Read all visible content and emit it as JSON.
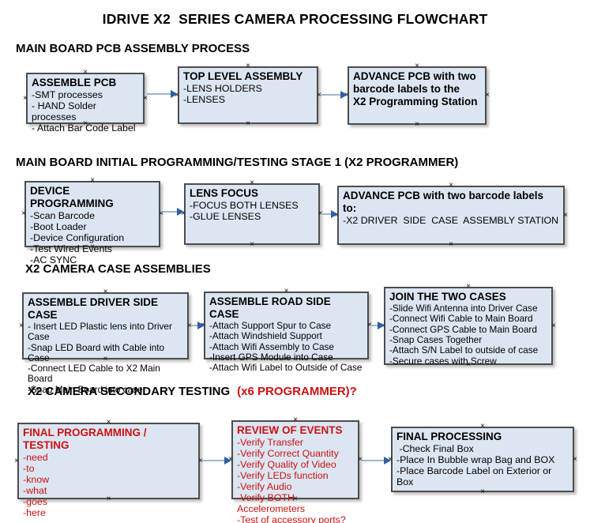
{
  "title": "IDRIVE X2  SERIES CAMERA PROCESSING FLOWCHART",
  "colors": {
    "box_fill": "#dce6f2",
    "box_border": "#4d4d4d",
    "red_text": "#cc1111",
    "arrow_line": "#9fb4d0",
    "arrow_head": "#2f5fa5"
  },
  "sections": [
    {
      "heading": "MAIN BOARD PCB ASSEMBLY PROCESS",
      "boxes": [
        {
          "title": "ASSEMBLE PCB",
          "lines": [
            "-SMT processes",
            "- HAND Solder processes",
            "- Attach Bar Code Label"
          ]
        },
        {
          "title": "TOP LEVEL ASSEMBLY",
          "lines": [
            "-LENS HOLDERS",
            "-LENSES"
          ]
        },
        {
          "title": "ADVANCE PCB with two\nbarcode labels to the\n X2 Programming Station",
          "lines": []
        }
      ]
    },
    {
      "heading": "MAIN BOARD INITIAL PROGRAMMING/TESTING STAGE 1 (X2 PROGRAMMER)",
      "boxes": [
        {
          "title": "DEVICE PROGRAMMING",
          "lines": [
            "-Scan Barcode",
            "-Boot Loader",
            "-Device Configuration",
            "-Test Wired Events",
            "-AC SYNC"
          ]
        },
        {
          "title": "LENS FOCUS",
          "lines": [
            "-FOCUS BOTH LENSES",
            "-GLUE LENSES"
          ]
        },
        {
          "title": "ADVANCE PCB with two barcode labels to:",
          "lines": [
            "-X2 DRIVER  SIDE  CASE  ASSEMBLY STATION"
          ]
        }
      ]
    },
    {
      "heading": "X2 CAMERA CASE ASSEMBLIES",
      "boxes": [
        {
          "title": "ASSEMBLE DRIVER SIDE CASE",
          "lines": [
            "- Insert LED Plastic lens into Driver Case",
            "-Snap LED Board with Cable into Case",
            "-Connect LED Cable to X2 Main Board",
            "-Snap Main Board into case"
          ]
        },
        {
          "title": "ASSEMBLE ROAD SIDE CASE",
          "lines": [
            "-Attach Support Spur to Case",
            "-Attach Windshield Support",
            "-Attach Wifi Assembly to Case",
            "-Insert GPS Module into Case",
            "-Attach Wifi Label to Outside of Case"
          ]
        },
        {
          "title": "JOIN THE TWO CASES",
          "lines": [
            "-Slide Wifi Antenna into Driver Case",
            "-Connect Wifi Cable to Main Board",
            "-Connect GPS Cable to Main Board",
            "-Snap Cases Together",
            "-Attach S/N Label to outside of case",
            "-Secure cases with Screw"
          ]
        }
      ]
    },
    {
      "heading": "X2 CAMERA SECONDARY TESTING",
      "heading_red": "(x6 PROGRAMMER)?",
      "boxes": [
        {
          "title": "FINAL PROGRAMMING / TESTING",
          "lines": [
            "-need",
            "-to",
            "-know",
            "-what",
            "-goes",
            "-here"
          ]
        },
        {
          "title": "REVIEW OF EVENTS",
          "lines": [
            "-Verify Transfer",
            "-Verify Correct Quantity",
            "-Verify Quality of Video",
            "-Verify LEDs function",
            "-Verify Audio",
            "-Verify BOTH Accelerometers",
            "-Test of accessory ports?"
          ]
        },
        {
          "title": "FINAL PROCESSING",
          "lines": [
            " -Check Final Box",
            "-Place In Bubble wrap Bag and BOX",
            "-Place Barcode Label on Exterior or Box"
          ]
        }
      ]
    }
  ]
}
